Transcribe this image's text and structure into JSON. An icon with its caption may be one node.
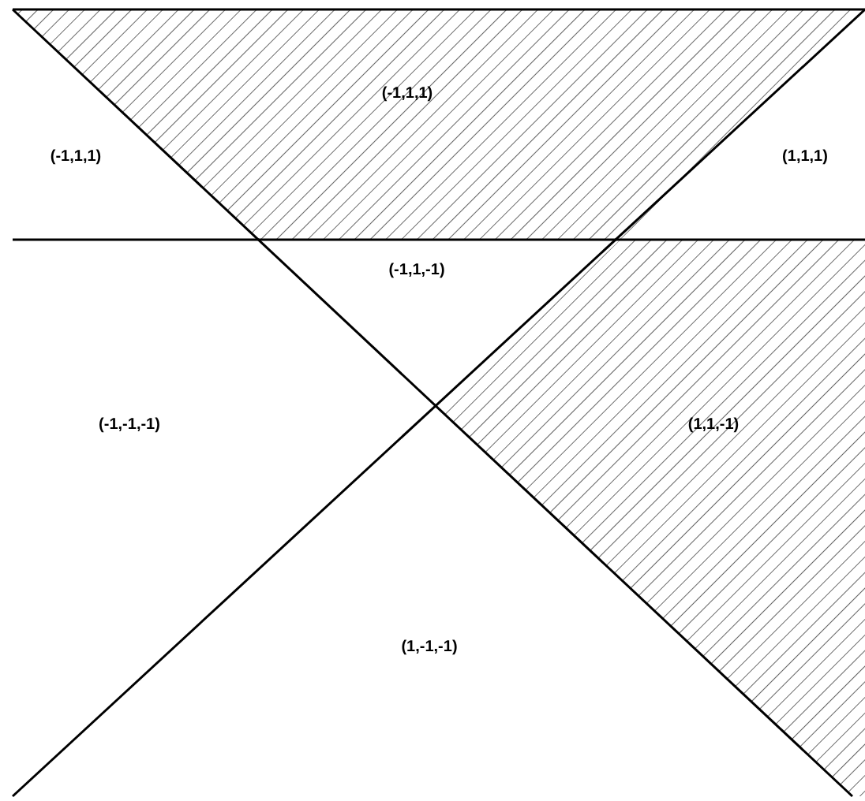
{
  "diagram": {
    "labels": [
      "(-1,1,1)",
      "(-1,1,1)",
      "(1,1,1)",
      "(-1,1,-1)",
      "(-1,-1,-1)",
      "(1,1,-1)",
      "(1,-1,-1)"
    ]
  }
}
